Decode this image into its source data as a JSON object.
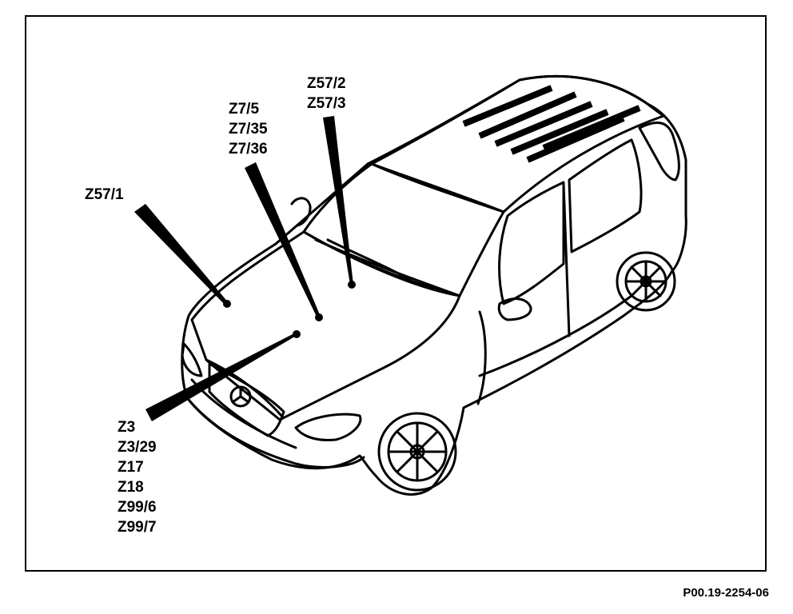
{
  "callouts": {
    "z57_1": [
      "Z57/1"
    ],
    "z7": [
      "Z7/5",
      "Z7/35",
      "Z7/36"
    ],
    "z57_23": [
      "Z57/2",
      "Z57/3"
    ],
    "z3": [
      "Z3",
      "Z3/29",
      "Z17",
      "Z18",
      "Z99/6",
      "Z99/7"
    ]
  },
  "figure_ref": "P00.19-2254-06"
}
